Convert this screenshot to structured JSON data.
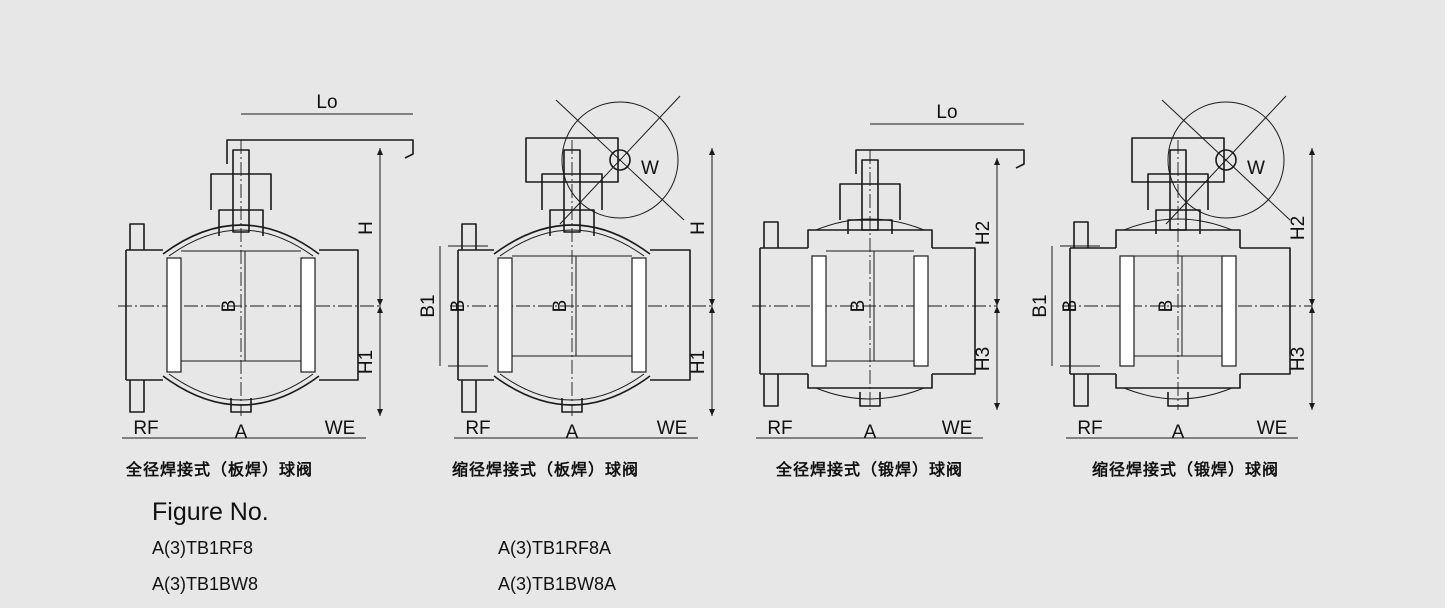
{
  "views": [
    {
      "caption": "全径焊接式（板焊）球阀",
      "top_dim": "Lo",
      "bore_label": "B",
      "bore_label_2": "",
      "upper_dim": "H",
      "lower_dim": "H1",
      "left_end": "RF",
      "center": "A",
      "right_end": "WE",
      "handwheel_label": ""
    },
    {
      "caption": "缩径焊接式（板焊）球阀",
      "top_dim": "",
      "bore_label": "B",
      "bore_label_2": "B1",
      "upper_dim": "H",
      "lower_dim": "H1",
      "left_end": "RF",
      "center": "A",
      "right_end": "WE",
      "handwheel_label": "W"
    },
    {
      "caption": "全径焊接式（锻焊）球阀",
      "top_dim": "Lo",
      "bore_label": "B",
      "bore_label_2": "",
      "upper_dim": "H2",
      "lower_dim": "H3",
      "left_end": "RF",
      "center": "A",
      "right_end": "WE",
      "handwheel_label": ""
    },
    {
      "caption": "缩径焊接式（锻焊）球阀",
      "top_dim": "",
      "bore_label": "B",
      "bore_label_2": "B1",
      "upper_dim": "H2",
      "lower_dim": "H3",
      "left_end": "RF",
      "center": "A",
      "right_end": "WE",
      "handwheel_label": "W"
    }
  ],
  "figure": {
    "title": "Figure No.",
    "codes": [
      "A(3)TB1RF8",
      "A(3)TB1RF8A",
      "A(3)TB1BW8",
      "A(3)TB1BW8A"
    ]
  }
}
